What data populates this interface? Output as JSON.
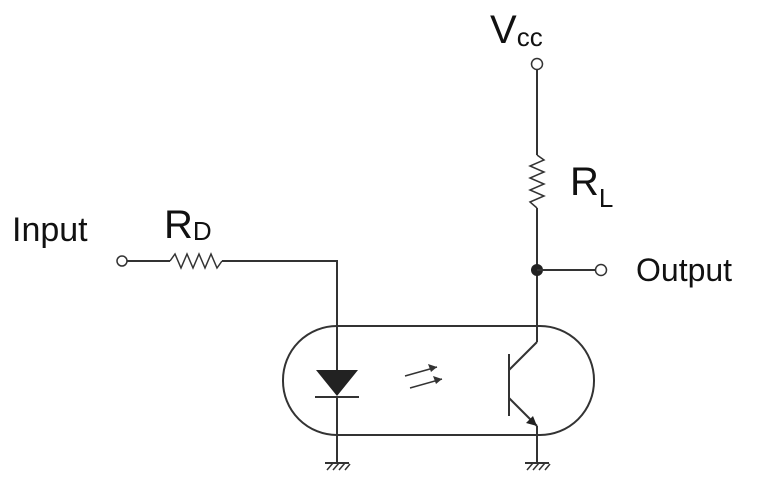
{
  "labels": {
    "vcc_main": "V",
    "vcc_sub": "cc",
    "rl_main": "R",
    "rl_sub": "L",
    "rd_main": "R",
    "rd_sub": "D",
    "input": "Input",
    "output": "Output"
  },
  "colors": {
    "ink": "#333333",
    "background": "#ffffff"
  }
}
